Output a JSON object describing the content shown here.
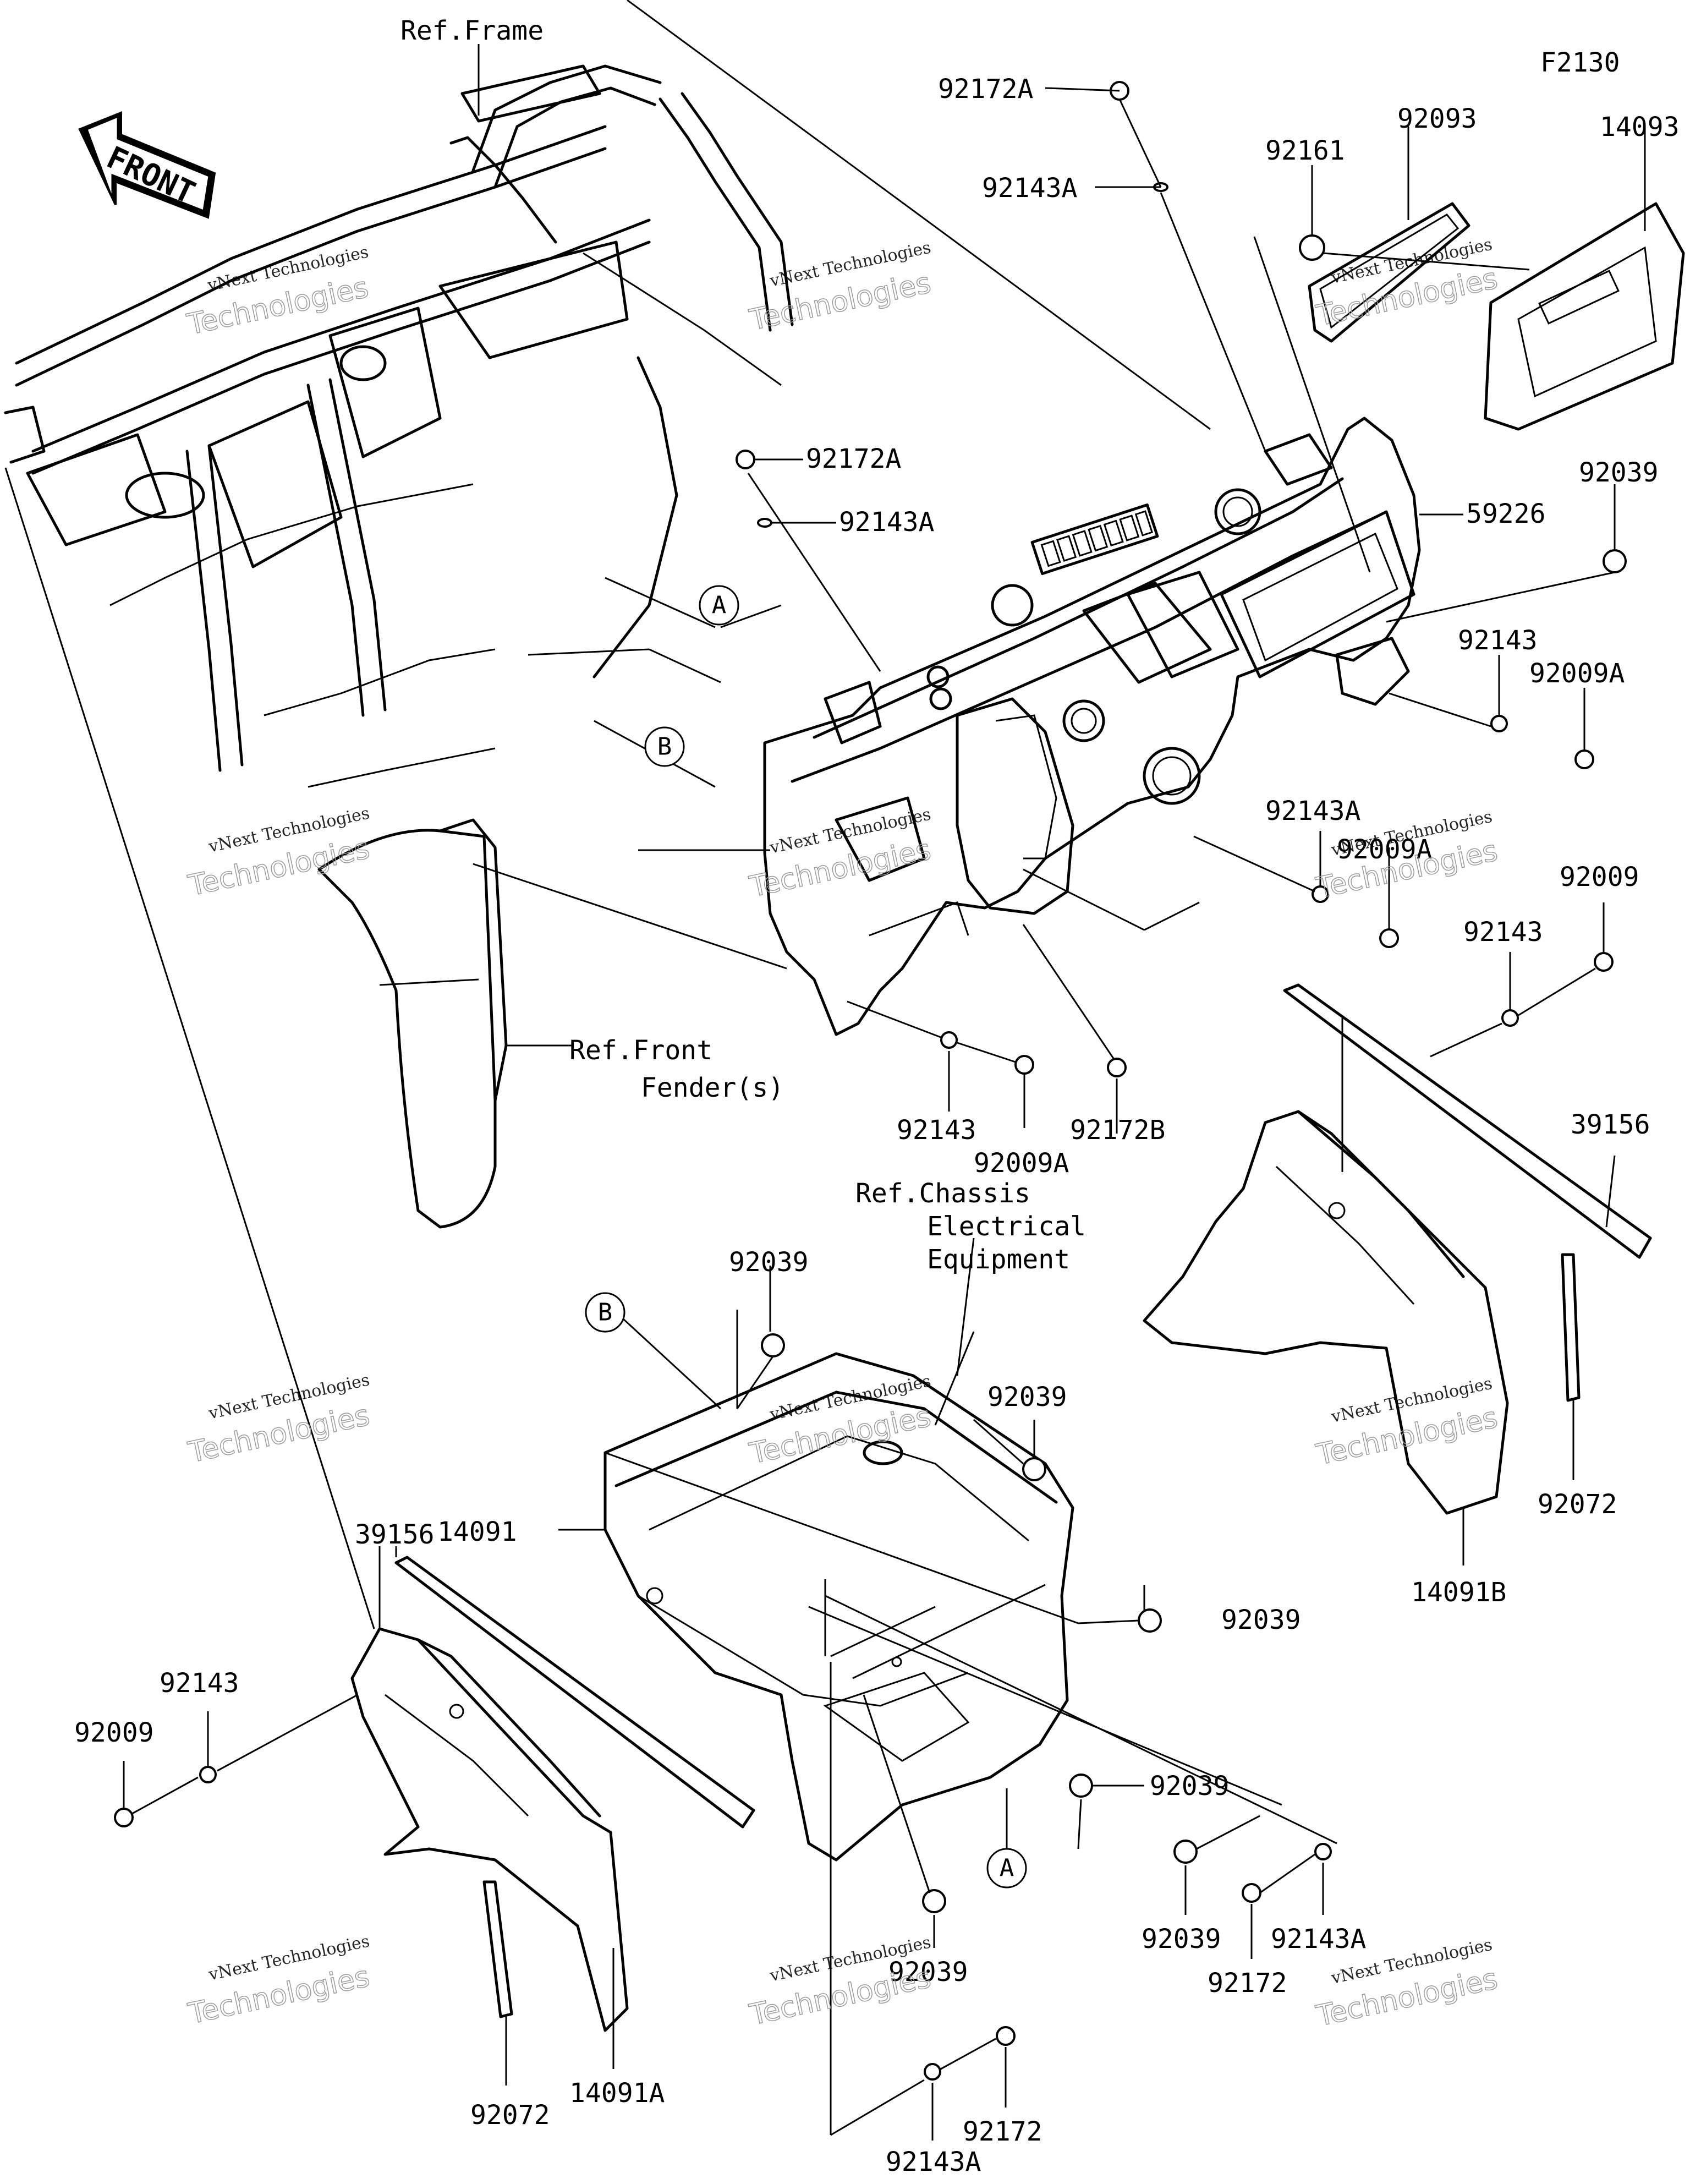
{
  "figure_code": "F2130",
  "front_marker": "FRONT",
  "refs": {
    "frame": "Ref.Frame",
    "front_fender_1": "Ref.Front",
    "front_fender_2": "Fender(s)",
    "chassis_1": "Ref.Chassis",
    "chassis_2": "Electrical",
    "chassis_3": "Equipment"
  },
  "callouts": {
    "a": "A",
    "b": "B"
  },
  "parts": {
    "p92172A_top": "92172A",
    "p92143A_top": "92143A",
    "p92161": "92161",
    "p92093": "92093",
    "p14093": "14093",
    "p92172A_mid": "92172A",
    "p92143A_mid": "92143A",
    "p92039_right": "92039",
    "p59226": "59226",
    "p92143_right": "92143",
    "p92009A_right": "92009A",
    "p92143A_center": "92143A",
    "p92009A_center": "92009A",
    "p92009_right": "92009",
    "p92143_right2": "92143",
    "p92143_lower": "92143",
    "p92009A_lower": "92009A",
    "p92172B": "92172B",
    "p39156_right": "39156",
    "p92039_upper": "92039",
    "p92039_upper2": "92039",
    "p92072_right": "92072",
    "p14091B": "14091B",
    "p39156_left": "39156",
    "p14091": "14091",
    "p92039_mid": "92039",
    "p92143_left": "92143",
    "p92009_left": "92009",
    "p92039_lowmid": "92039",
    "p92039_lowright": "92039",
    "p92143A_lowright": "92143A",
    "p92172_lowright": "92172",
    "p92039_bottom": "92039",
    "p92072_left": "92072",
    "p14091A": "14091A",
    "p92172_bottom": "92172",
    "p92143A_bottom": "92143A"
  },
  "watermarks": {
    "line1": "vNext Technologies",
    "line2": "Technologies"
  }
}
